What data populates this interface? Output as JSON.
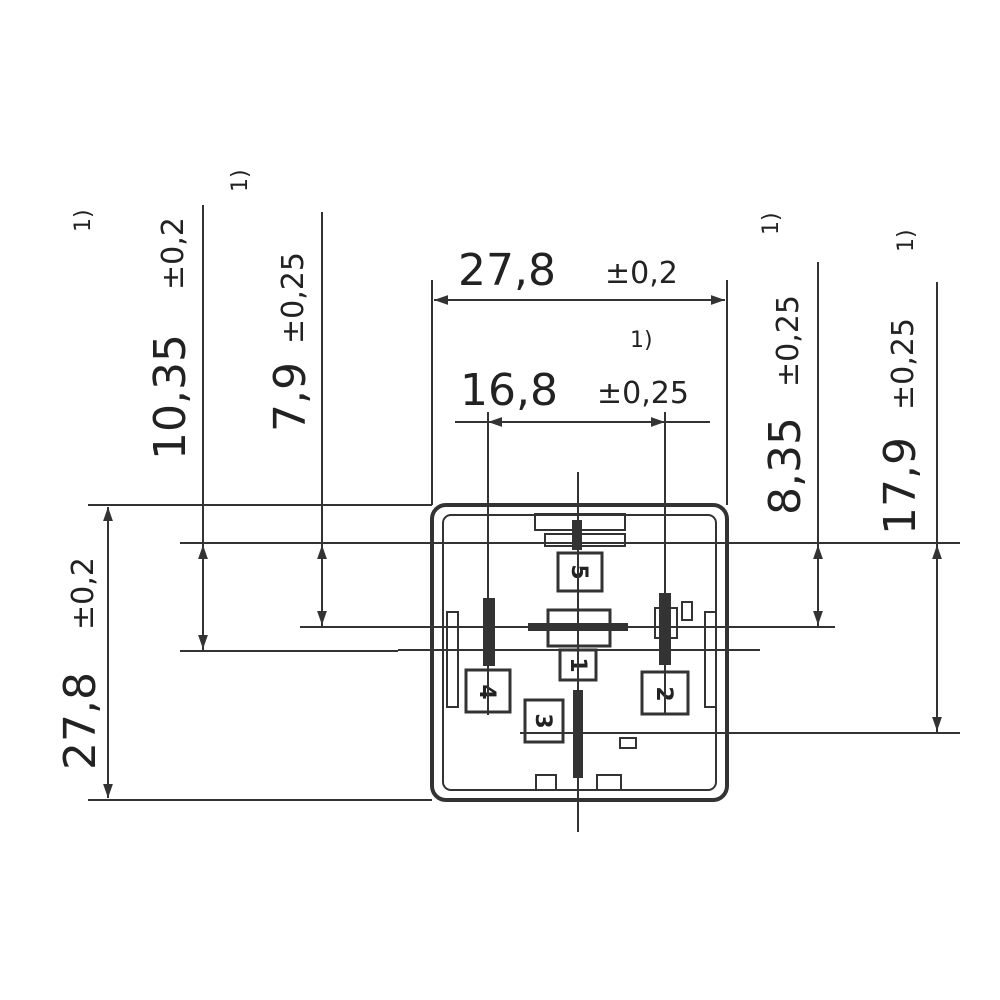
{
  "drawing": {
    "dimensions": {
      "width_overall": {
        "value": "27,8",
        "tolerance": "±0,2"
      },
      "height_overall": {
        "value": "27,8",
        "tolerance": "±0,2"
      },
      "pin_spacing_horizontal": {
        "value": "16,8",
        "tolerance": "±0,25",
        "note": "1)"
      },
      "offset_10_35": {
        "value": "10,35",
        "tolerance": "±0,2",
        "note": "1)"
      },
      "offset_7_9": {
        "value": "7,9",
        "tolerance": "±0,25",
        "note": "1)"
      },
      "offset_8_35": {
        "value": "8,35",
        "tolerance": "±0,25",
        "note": "1)"
      },
      "offset_17_9": {
        "value": "17,9",
        "tolerance": "±0,25",
        "note": "1)"
      }
    },
    "pins": [
      "5",
      "1",
      "4",
      "2",
      "3"
    ],
    "colors": {
      "line": "#333333",
      "background": "#ffffff"
    }
  }
}
